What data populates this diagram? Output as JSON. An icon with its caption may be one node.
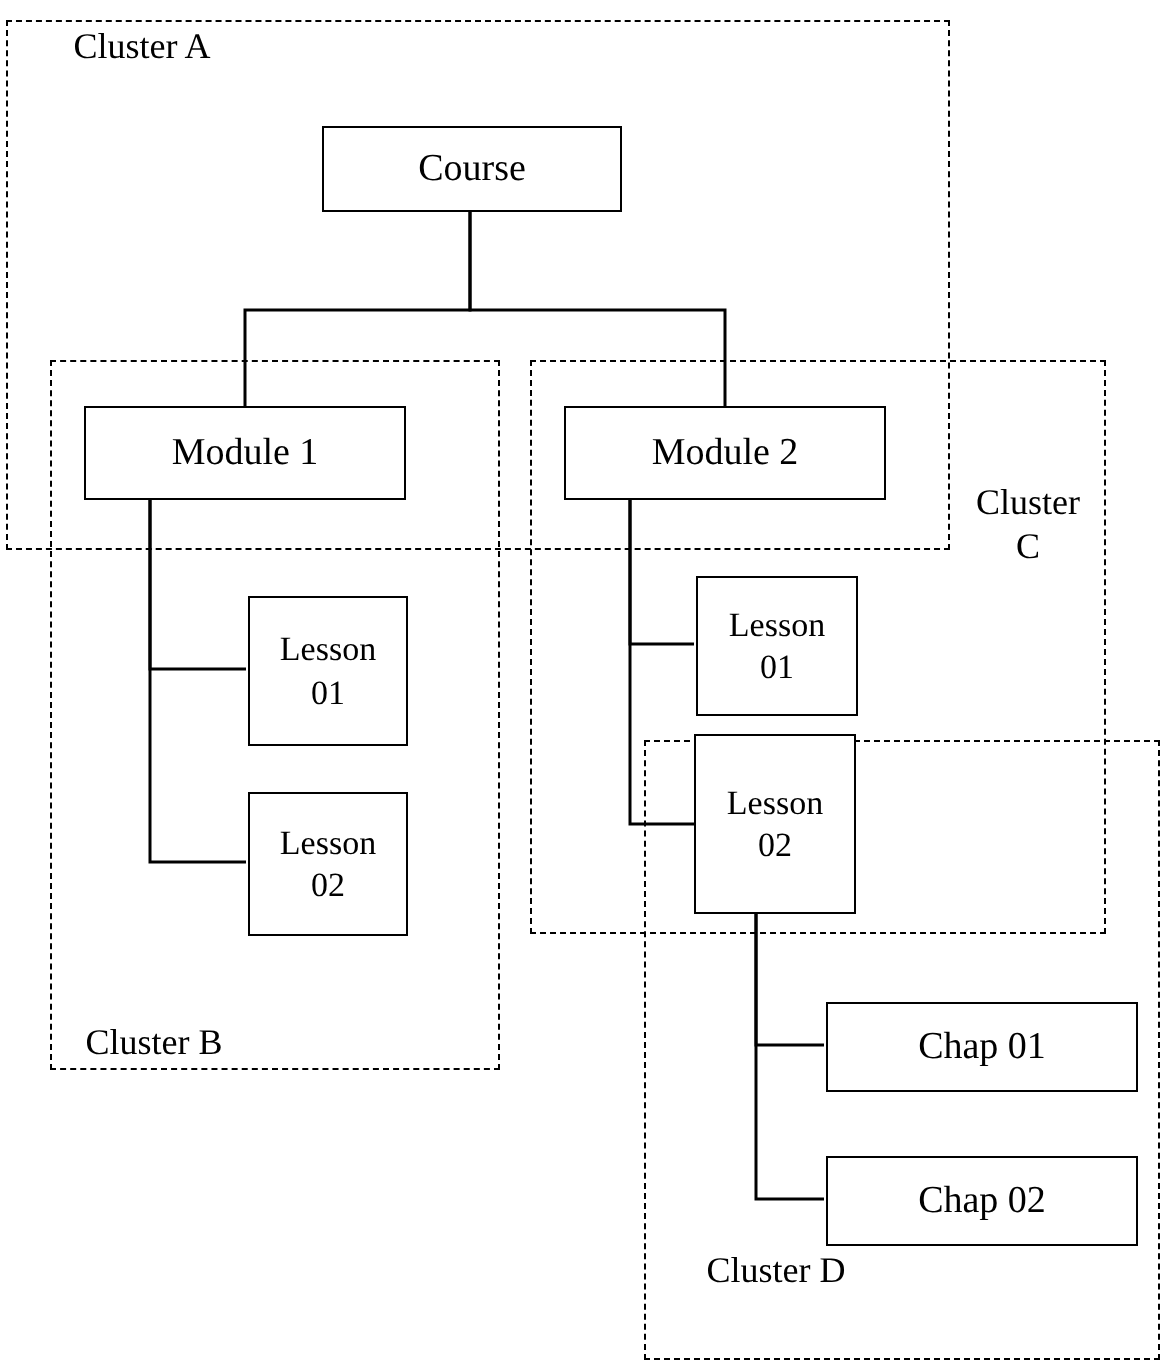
{
  "diagram": {
    "nodes": [
      {
        "text": [
          "Cluster A"
        ]
      },
      {
        "text": [
          "Course"
        ],
        "in": 0
      },
      {
        "text": [
          "Cluster B"
        ]
      },
      {
        "text": [
          "Module 1"
        ]
      },
      {
        "text": [
          "Cluster C"
        ]
      },
      {
        "text": [
          "Module 2"
        ]
      },
      {
        "text": [
          "Lesson 01"
        ],
        "in": 2
      },
      {
        "text": [
          "Lesson 01"
        ],
        "in": 4
      },
      {
        "text": [
          "Lesson 02"
        ],
        "in": 2
      },
      {
        "text": [
          "Lesson 02"
        ]
      },
      {
        "text": [
          "Cluster D"
        ]
      },
      {
        "text": [
          "Chap 01"
        ],
        "in": 10
      },
      {
        "text": [
          "Chap 02"
        ],
        "in": 10
      }
    ],
    "edges": [
      {
        "from": 1,
        "to": 3,
        "arrow": "none"
      },
      {
        "from": 1,
        "to": 5,
        "arrow": "none"
      },
      {
        "from": 3,
        "to": 6,
        "arrow": "none"
      },
      {
        "from": 3,
        "to": 8,
        "arrow": "none"
      },
      {
        "from": 5,
        "to": 7,
        "arrow": "none"
      },
      {
        "from": 5,
        "to": 9,
        "arrow": "none"
      },
      {
        "from": 9,
        "to": 11,
        "arrow": "none"
      },
      {
        "from": 9,
        "to": 12,
        "arrow": "none"
      }
    ]
  }
}
